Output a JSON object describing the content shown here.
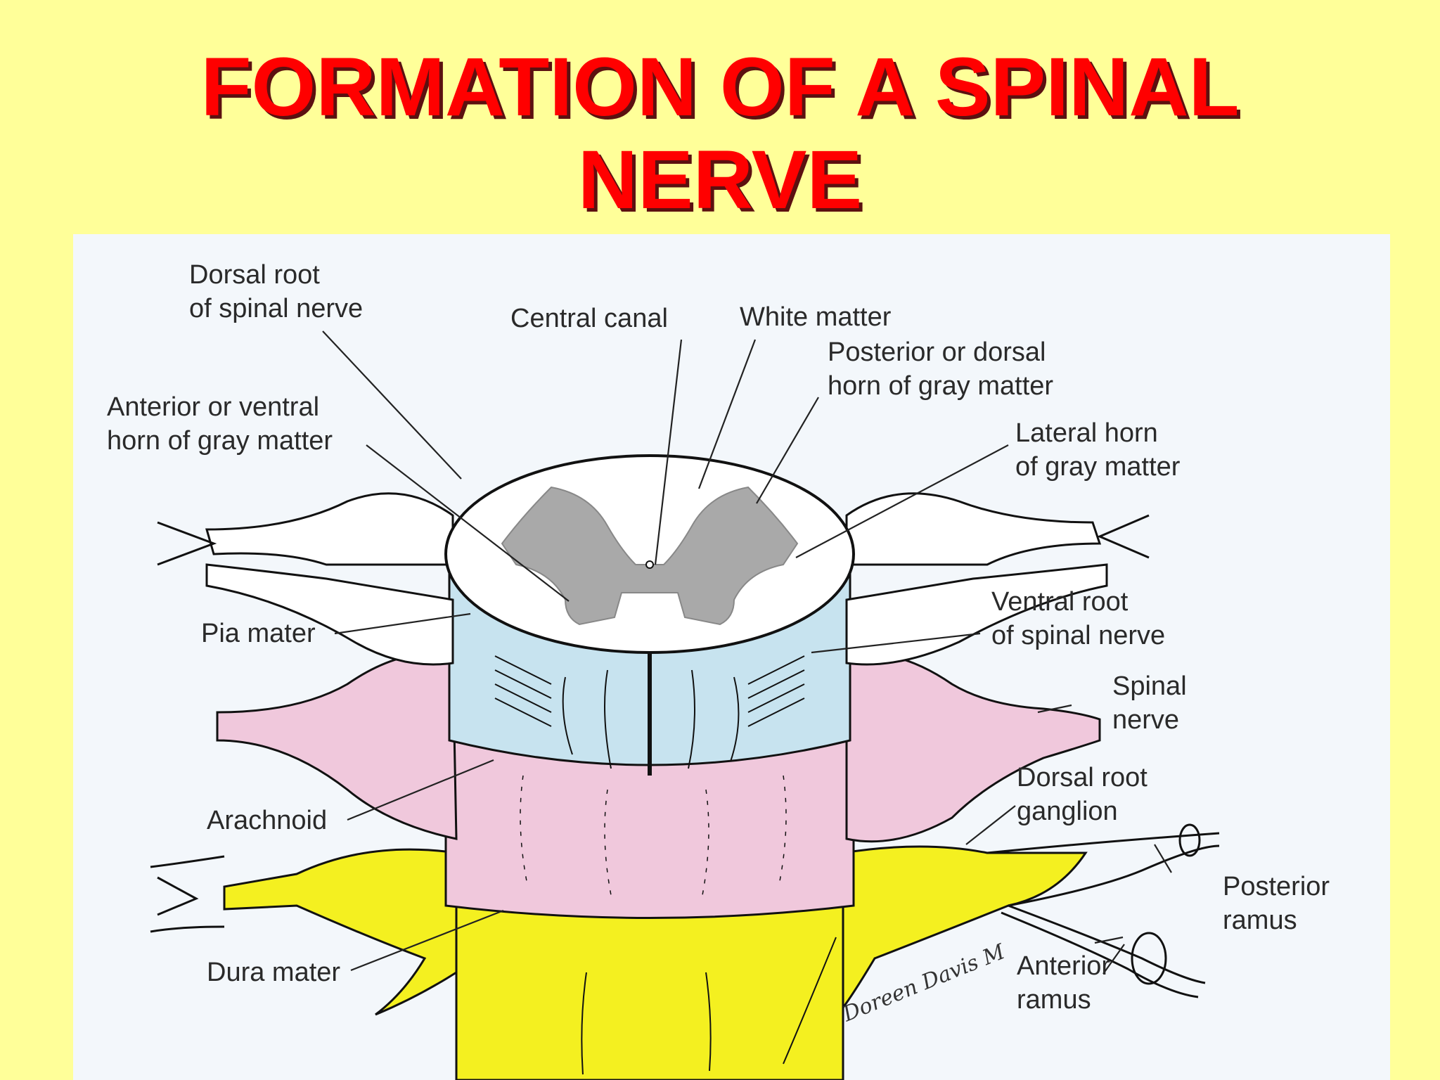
{
  "slide": {
    "title_line1": "FORMATION OF A SPINAL",
    "title_line2": "NERVE"
  },
  "colors": {
    "background": "#ffff99",
    "title": "#ff0000",
    "figure_bg": "#f3f7fb",
    "white_matter": "#ffffff",
    "gray_matter": "#a9a9a9",
    "pia_mater": "#c7e3ef",
    "arachnoid": "#f0c8dc",
    "dura_mater": "#f4f020"
  },
  "labels": {
    "dorsal_root_1": "Dorsal root",
    "dorsal_root_2": "of spinal nerve",
    "central_canal": "Central canal",
    "white_matter": "White matter",
    "posterior_horn_1": "Posterior or dorsal",
    "posterior_horn_2": "horn of gray matter",
    "anterior_horn_1": "Anterior or ventral",
    "anterior_horn_2": "horn of gray matter",
    "lateral_horn_1": "Lateral horn",
    "lateral_horn_2": "of gray matter",
    "pia_mater": "Pia mater",
    "ventral_root_1": "Ventral root",
    "ventral_root_2": "of spinal nerve",
    "spinal_nerve_1": "Spinal",
    "spinal_nerve_2": "nerve",
    "dorsal_root_ganglion_1": "Dorsal root",
    "dorsal_root_ganglion_2": "ganglion",
    "arachnoid": "Arachnoid",
    "posterior_ramus_1": "Posterior",
    "posterior_ramus_2": "ramus",
    "dura_mater": "Dura mater",
    "anterior_ramus_1": "Anterior",
    "anterior_ramus_2": "ramus"
  },
  "signature": "Doreen Davis M"
}
